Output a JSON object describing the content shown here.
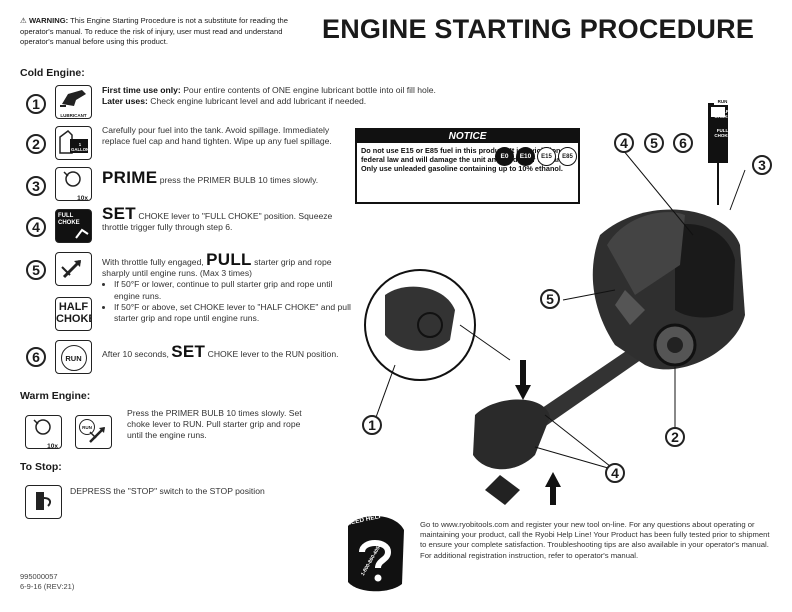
{
  "warning": {
    "label": "WARNING:",
    "text": "This Engine Starting Procedure is not a substitute for reading the operator's manual. To reduce the risk of injury, user must read and understand operator's manual before using this product."
  },
  "title": "ENGINE STARTING PROCEDURE",
  "cold_engine": {
    "heading": "Cold Engine:",
    "steps": [
      {
        "num": "1",
        "icon_text": "LUBRICANT",
        "first_label": "First time use only:",
        "first_text": "Pour entire contents of ONE engine lubricant bottle into oil fill hole.",
        "later_label": "Later uses:",
        "later_text": "Check engine lubricant level and add lubricant if needed."
      },
      {
        "num": "2",
        "icon_text": "1 GALLON GAS",
        "text": "Carefully pour fuel into the tank. Avoid spillage. Immediately replace fuel cap and hand tighten. Wipe up any fuel spillage."
      },
      {
        "num": "3",
        "icon_text": "10x",
        "big": "PRIME",
        "text": "press the PRIMER BULB 10 times slowly."
      },
      {
        "num": "4",
        "icon_text": "FULL CHOKE",
        "big": "SET",
        "text": "CHOKE lever to \"FULL CHOKE\" position. Squeeze throttle trigger fully through step 6."
      },
      {
        "num": "5",
        "icon_text": "HALF CHOKE",
        "text_before": "With throttle fully engaged,",
        "big": "PULL",
        "text_after": "starter grip and rope sharply until engine runs. (Max 3 times)",
        "bullets": [
          "If 50°F or lower, continue to pull starter grip and rope until engine runs.",
          "If 50°F or above, set CHOKE lever to \"HALF CHOKE\" and pull starter grip and rope until engine runs."
        ]
      },
      {
        "num": "6",
        "icon_text": "RUN",
        "text_before": "After 10 seconds,",
        "big": "SET",
        "text_after": "CHOKE lever to the RUN position."
      }
    ]
  },
  "warm_engine": {
    "heading": "Warm Engine:",
    "icon1_text": "10x",
    "icon2_text": "RUN",
    "text": "Press the PRIMER BULB 10 times slowly. Set choke lever to RUN. Pull starter grip and rope until the engine runs."
  },
  "to_stop": {
    "heading": "To Stop:",
    "text": "DEPRESS the \"STOP\" switch to the STOP position"
  },
  "notice": {
    "heading": "NOTICE",
    "text": "Do not use E15 or E85 fuel in this product. It is a violation of federal law and will damage the unit and void your warranty. Only use unleaded gasoline containing up to 10% ethanol.",
    "fuels": [
      "E0",
      "E10",
      "E15",
      "E85"
    ]
  },
  "diagram": {
    "callouts": [
      "1",
      "2",
      "3",
      "4",
      "5",
      "6",
      "4",
      "5"
    ],
    "choke_labels": [
      "RUN",
      "HALF CHOKE",
      "FULL CHOKE"
    ]
  },
  "help": {
    "badge": "NEED HELP",
    "phone": "1-800-860-4050",
    "text": "Go to www.ryobitools.com and register your new tool on-line. For any questions about operating or maintaining your product, call the Ryobi Help Line! Your Product has been fully tested prior to shipment to ensure your complete satisfaction. Troubleshooting tips are also available in your operator's manual. For additional registration instruction, refer to operator's manual."
  },
  "doc": {
    "number": "995000057",
    "rev": "6-9-16 (REV:21)"
  }
}
